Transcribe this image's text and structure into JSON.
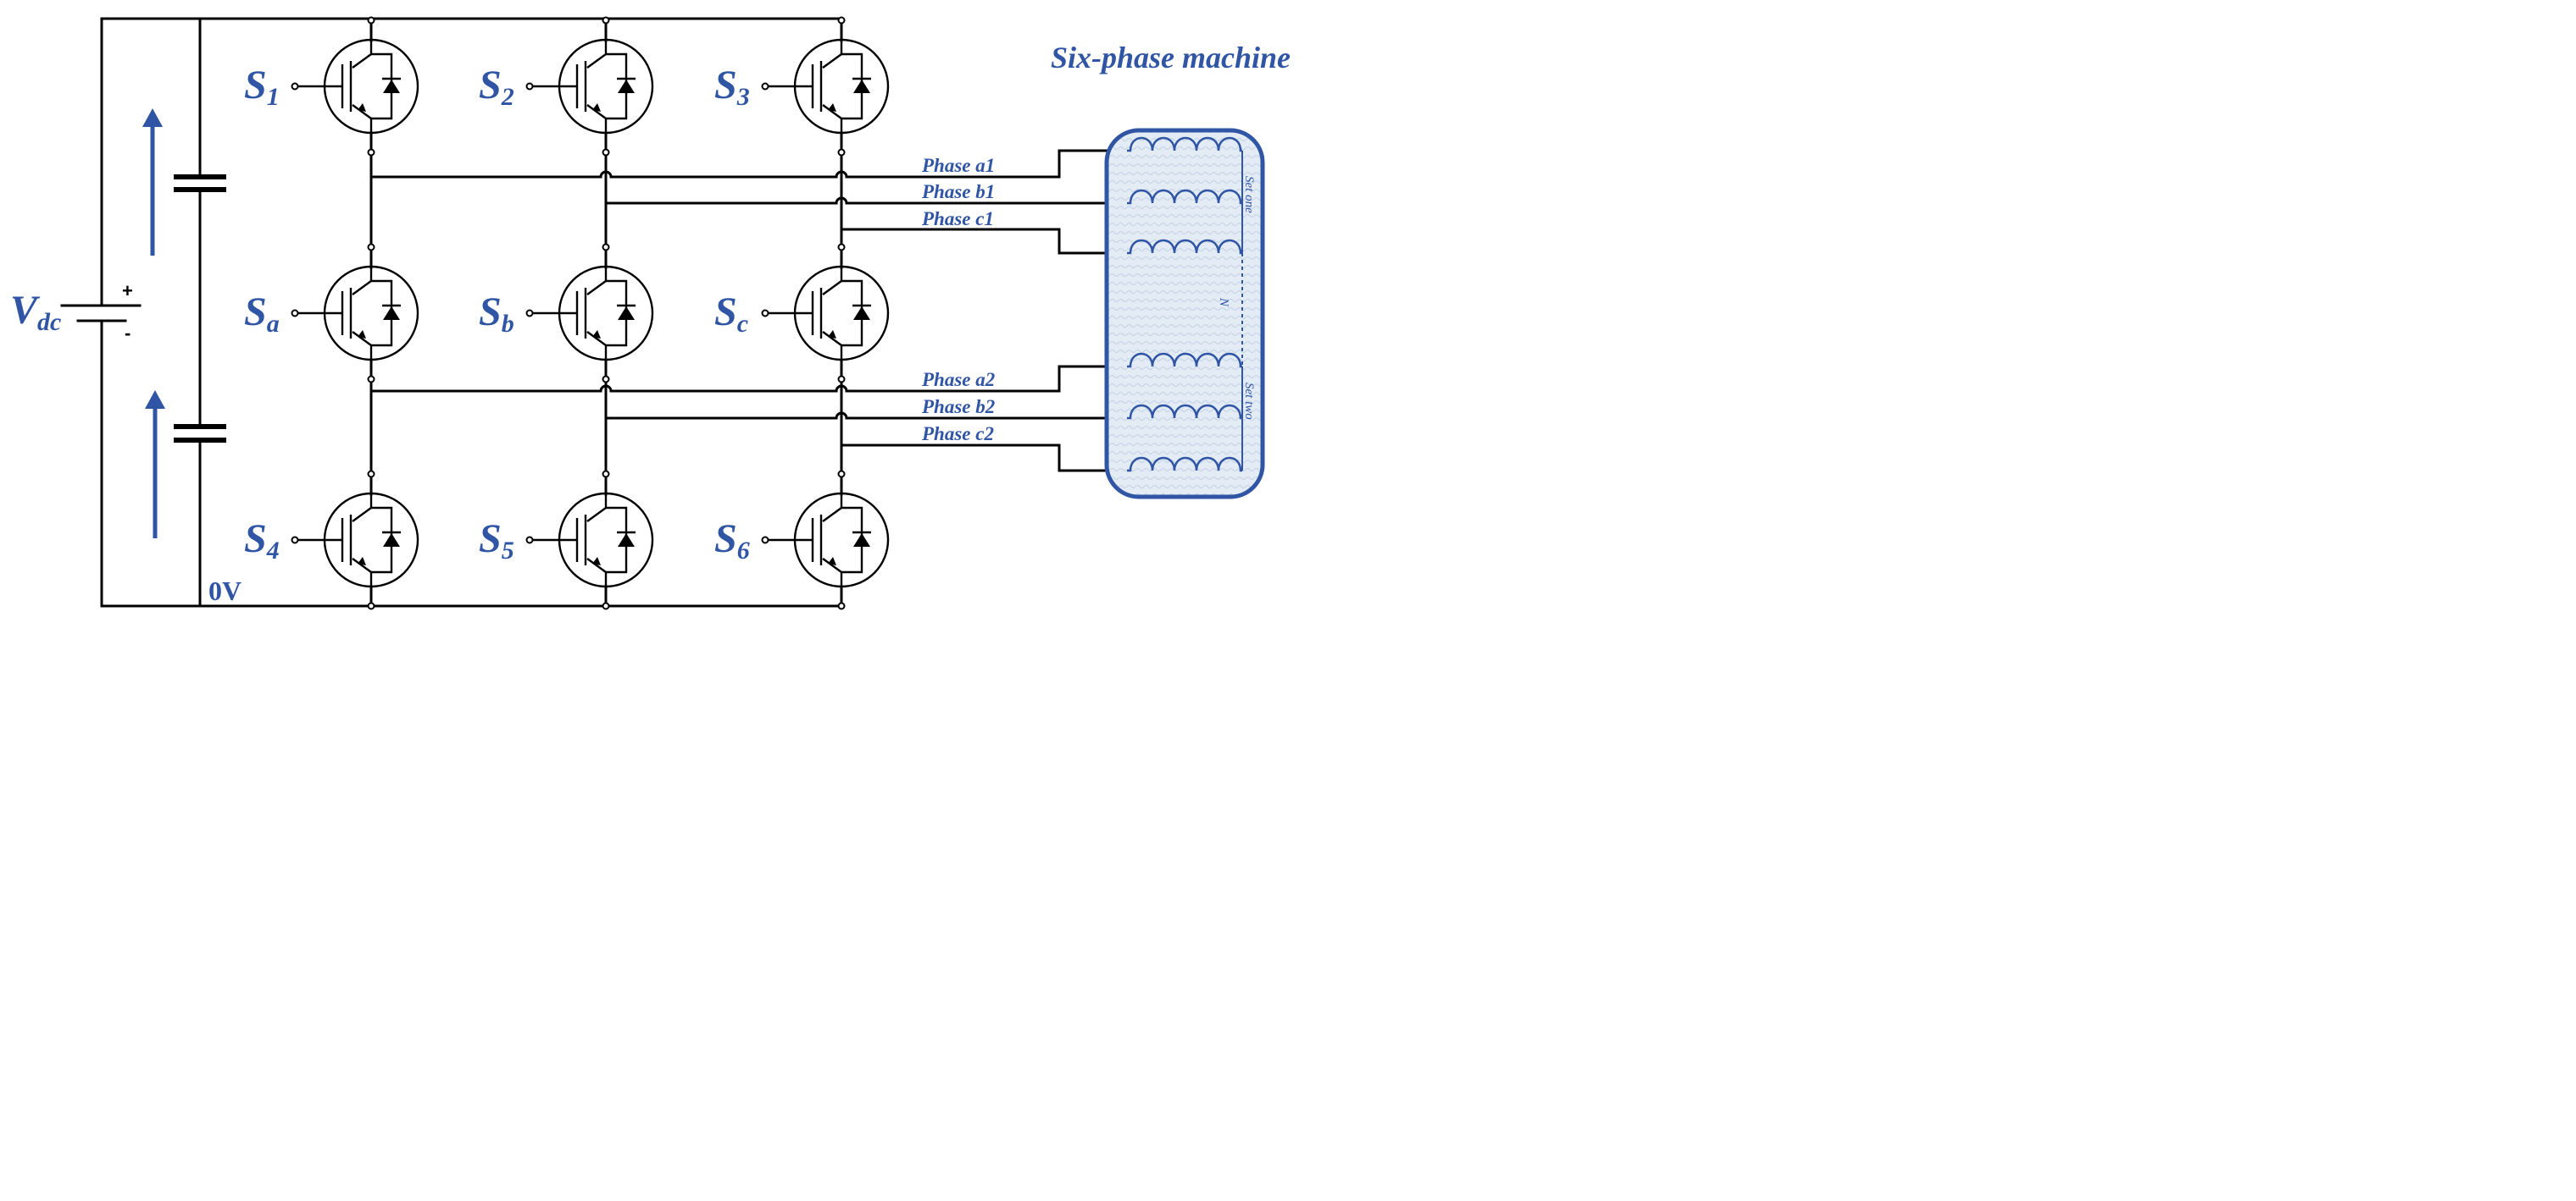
{
  "source": {
    "symbol": "V",
    "subscript": "dc",
    "plus": "+",
    "minus": "-"
  },
  "ground_label": "0V",
  "switches": [
    {
      "id": "s1",
      "main": "S",
      "sub": "1"
    },
    {
      "id": "s2",
      "main": "S",
      "sub": "2"
    },
    {
      "id": "s3",
      "main": "S",
      "sub": "3"
    },
    {
      "id": "sa",
      "main": "S",
      "sub": "a"
    },
    {
      "id": "sb",
      "main": "S",
      "sub": "b"
    },
    {
      "id": "sc",
      "main": "S",
      "sub": "c"
    },
    {
      "id": "s4",
      "main": "S",
      "sub": "4"
    },
    {
      "id": "s5",
      "main": "S",
      "sub": "5"
    },
    {
      "id": "s6",
      "main": "S",
      "sub": "6"
    }
  ],
  "phases": [
    "Phase a1",
    "Phase b1",
    "Phase c1",
    "Phase a2",
    "Phase b2",
    "Phase c2"
  ],
  "machine": {
    "title": "Six-phase machine",
    "set_one": "Set one",
    "set_two": "Set two",
    "neutral": "N"
  },
  "colors": {
    "accent": "#2f55a4",
    "line": "#000000",
    "machine_fill": "#dfe8f3"
  }
}
